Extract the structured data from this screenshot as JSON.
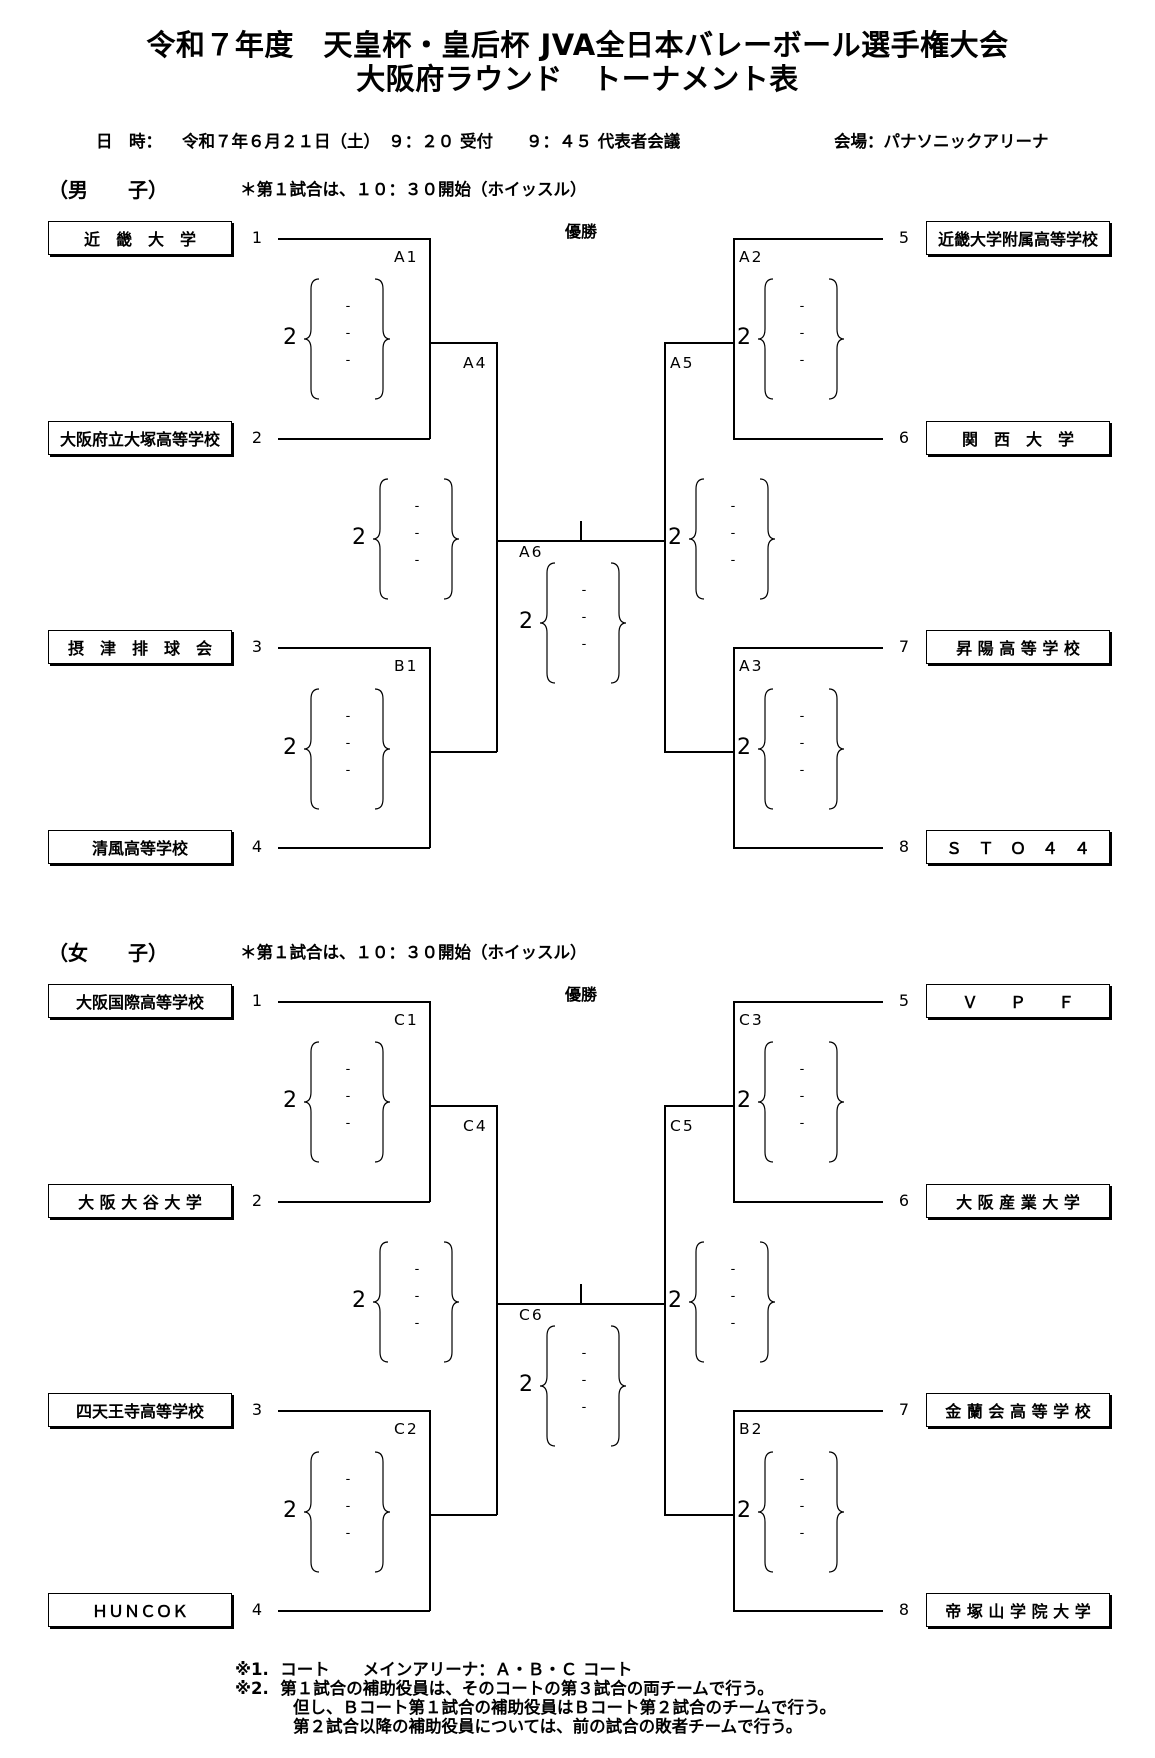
{
  "title_line1": "令和７年度　天皇杯・皇后杯 JVA全日本バレーボール選手権大会",
  "title_line2": "大阪府ラウンド　トーナメント表",
  "info": {
    "date_label": "日　時：",
    "date_value": "令和７年６月２１日（土）　９：２０ 受付　　９：４５ 代表者会議",
    "venue": "会場：パナソニックアリーナ"
  },
  "brackets": [
    {
      "header": "（男　　子）",
      "note": "＊第１試合は、１０：３０開始（ホイッスル）",
      "champion_label": "優勝",
      "left_teams": [
        {
          "name": "近　畿　大　学",
          "seed": "1"
        },
        {
          "name": "大阪府立大塚高等学校",
          "seed": "2"
        },
        {
          "name": "摂　津　排　球　会",
          "seed": "3"
        },
        {
          "name": "清風高等学校",
          "seed": "4"
        }
      ],
      "right_teams": [
        {
          "name": "近畿大学附属高等学校",
          "seed": "5"
        },
        {
          "name": "関　西　大　学",
          "seed": "6"
        },
        {
          "name": "昇 陽 高 等 学 校",
          "seed": "7"
        },
        {
          "name": "Ｓ　Ｔ　Ｏ　４　４",
          "seed": "8"
        }
      ],
      "matches": {
        "r1_top_left": "A1",
        "r1_bottom_left": "B1",
        "r1_top_right": "A2",
        "r1_bottom_right": "A3",
        "semi_left": "A4",
        "semi_right": "A5",
        "final": "A6"
      },
      "sets": "2",
      "dash": "-"
    },
    {
      "header": "（女　　子）",
      "note": "＊第１試合は、１０：３０開始（ホイッスル）",
      "champion_label": "優勝",
      "left_teams": [
        {
          "name": "大阪国際高等学校",
          "seed": "1"
        },
        {
          "name": "大 阪 大 谷 大 学",
          "seed": "2"
        },
        {
          "name": "四天王寺高等学校",
          "seed": "3"
        },
        {
          "name": "ＨＵＮＣＯＫ",
          "seed": "4"
        }
      ],
      "right_teams": [
        {
          "name": "Ｖ　　Ｐ　　Ｆ",
          "seed": "5"
        },
        {
          "name": "大 阪 産 業 大 学",
          "seed": "6"
        },
        {
          "name": "金 蘭 会 高 等 学 校",
          "seed": "7"
        },
        {
          "name": "帝 塚 山 学 院 大 学",
          "seed": "8"
        }
      ],
      "matches": {
        "r1_top_left": "C1",
        "r1_bottom_left": "C2",
        "r1_top_right": "C3",
        "r1_bottom_right": "B2",
        "semi_left": "C4",
        "semi_right": "C5",
        "final": "C6"
      },
      "sets": "2",
      "dash": "-"
    }
  ],
  "notes": [
    "※1.  コート　　メインアリーナ：Ａ・Ｂ・Ｃ コート",
    "※2.  第１試合の補助役員は、そのコートの第３試合の両チームで行う。",
    "但し、Ｂコート第１試合の補助役員はＢコート第２試合のチームで行う。",
    "第２試合以降の補助役員については、前の試合の敗者チームで行う。"
  ]
}
